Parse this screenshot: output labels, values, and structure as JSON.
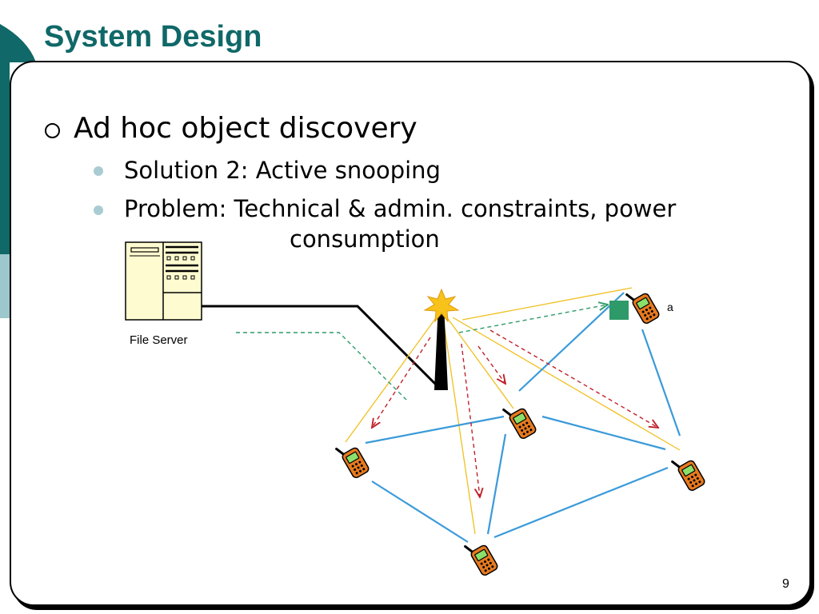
{
  "slide": {
    "title": "System Design",
    "page_number": "9",
    "bullets": {
      "level1": "Ad hoc object discovery",
      "level2": [
        "Solution 2: Active snooping",
        "Problem: Technical & admin. constraints, power"
      ],
      "level2_continuation": "consumption"
    }
  },
  "diagram": {
    "file_server_label": "File Server",
    "object_label": "a",
    "colors": {
      "mesh_link": "#3a9ad9",
      "broadcast_link": "#f0c020",
      "query_arrow": "#c0202a",
      "response_arrow": "#2e9a6a",
      "object": "#2e9a6a",
      "access_point_burst": "#f7c21a",
      "server_body": "#fffbd0",
      "title": "#106868"
    },
    "icons": {
      "server": "file-server-icon",
      "access_point": "access-point-icon",
      "phone": "mobile-phone-icon",
      "object": "object-square-icon"
    }
  }
}
